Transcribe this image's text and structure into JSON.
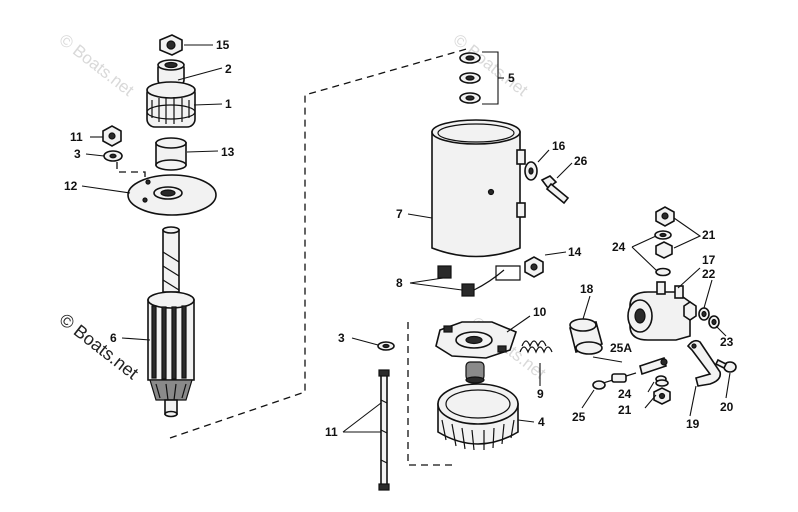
{
  "watermark": {
    "text": "© Boats.net",
    "color": "#d4d4d4",
    "strong_color": "#222222"
  },
  "callouts": {
    "c1": "1",
    "c2": "2",
    "c3a": "3",
    "c3b": "3",
    "c4": "4",
    "c5": "5",
    "c6": "6",
    "c7": "7",
    "c8": "8",
    "c9": "9",
    "c10": "10",
    "c11a": "11",
    "c11b": "11",
    "c12": "12",
    "c13": "13",
    "c14": "14",
    "c15": "15",
    "c16": "16",
    "c17": "17",
    "c18": "18",
    "c19": "19",
    "c20": "20",
    "c21a": "21",
    "c21b": "21",
    "c22": "22",
    "c23": "23",
    "c24a": "24",
    "c24b": "24",
    "c25": "25",
    "c25a": "25A",
    "c26": "26"
  }
}
